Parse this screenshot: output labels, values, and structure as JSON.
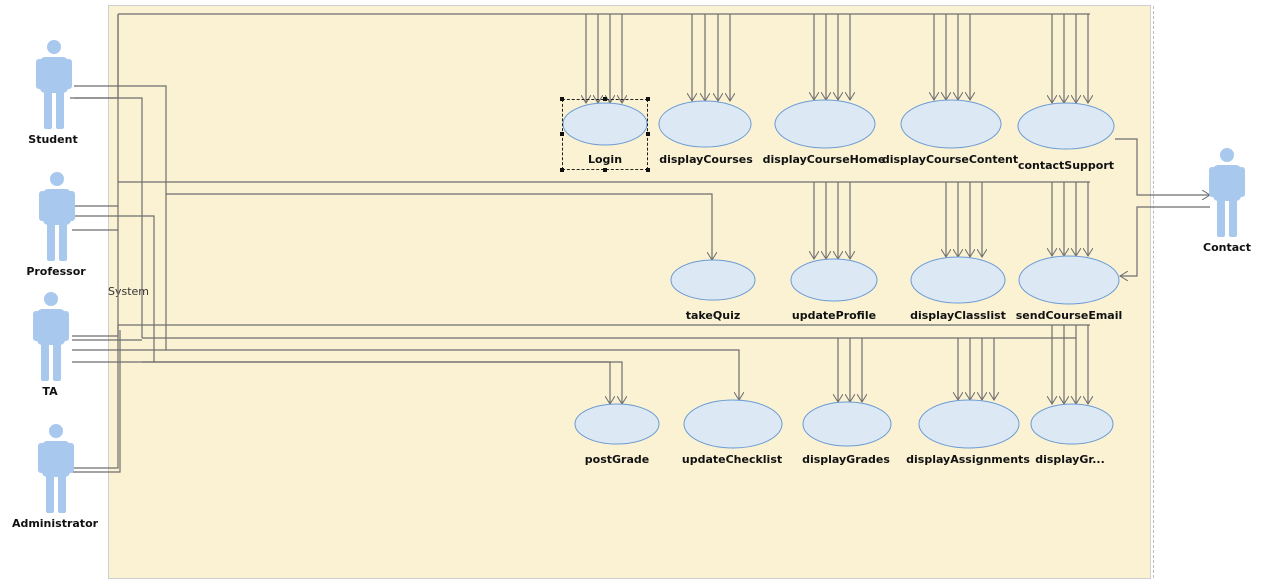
{
  "system": {
    "label": "System"
  },
  "actors": [
    {
      "id": "student",
      "label": "Student"
    },
    {
      "id": "professor",
      "label": "Professor"
    },
    {
      "id": "ta",
      "label": "TA"
    },
    {
      "id": "administrator",
      "label": "Administrator"
    },
    {
      "id": "contact",
      "label": "Contact"
    }
  ],
  "use_cases": [
    {
      "id": "login",
      "label": "Login",
      "selected": true
    },
    {
      "id": "displayCourses",
      "label": "displayCourses"
    },
    {
      "id": "displayCourseHome",
      "label": "displayCourseHome"
    },
    {
      "id": "displayCourseContent",
      "label": "displayCourseContent"
    },
    {
      "id": "contactSupport",
      "label": "contactSupport"
    },
    {
      "id": "takeQuiz",
      "label": "takeQuiz"
    },
    {
      "id": "updateProfile",
      "label": "updateProfile"
    },
    {
      "id": "displayClasslist",
      "label": "displayClasslist"
    },
    {
      "id": "sendCourseEmail",
      "label": "sendCourseEmail"
    },
    {
      "id": "postGrade",
      "label": "postGrade"
    },
    {
      "id": "updateChecklist",
      "label": "updateChecklist"
    },
    {
      "id": "displayGrades",
      "label": "displayGrades"
    },
    {
      "id": "displayAssignments",
      "label": "displayAssignments"
    },
    {
      "id": "displayGr",
      "label": "displayGr..."
    }
  ],
  "colors": {
    "system_fill": "#faf2d3",
    "usecase_fill": "#dde8f5",
    "usecase_stroke": "#6a9bd4",
    "actor_fill": "#a8c8ee",
    "line": "#6e6e6e"
  },
  "icons": {
    "actor": "stick-figure-icon"
  }
}
